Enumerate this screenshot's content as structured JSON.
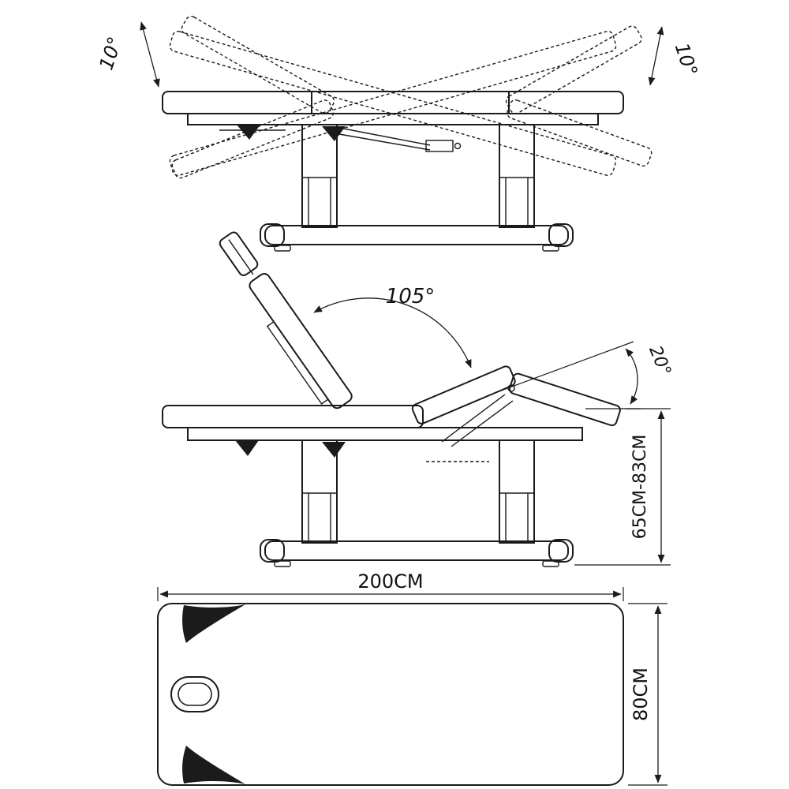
{
  "canvas": {
    "background": "#ffffff",
    "line_color": "#1b1b1b",
    "text_color": "#111111"
  },
  "views": {
    "tilt_view": {
      "description": "side view showing head and foot section tilt range",
      "left_angle_label": "10°",
      "right_angle_label": "10°"
    },
    "raised_view": {
      "description": "side view with backrest raised and leg section bent",
      "backrest_angle_label": "105°",
      "leg_angle_label": "20°",
      "height_range_label": "65CM-83CM"
    },
    "plan_view": {
      "description": "top plan view with face hole",
      "length_label": "200CM",
      "width_label": "80CM"
    }
  }
}
